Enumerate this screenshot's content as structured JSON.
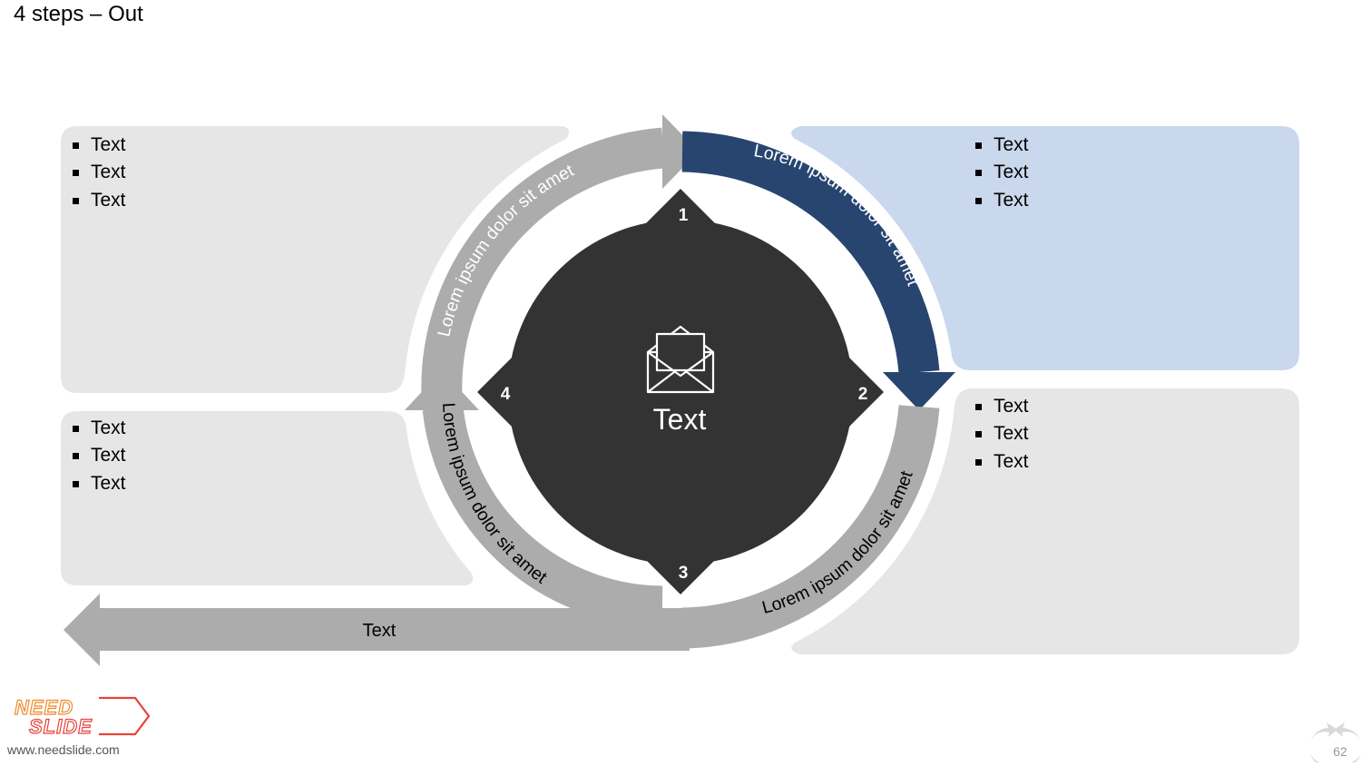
{
  "title": "4 steps – Out",
  "center": {
    "label": "Text",
    "icon": "open-envelope-icon"
  },
  "steps": [
    {
      "number": "1",
      "arc_text": "Lorem ipsum dolor sit amet"
    },
    {
      "number": "2",
      "arc_text": "Lorem ipsum dolor sit amet"
    },
    {
      "number": "3",
      "arc_text": "Lorem ipsum dolor sit amet"
    },
    {
      "number": "4",
      "arc_text": "Lorem ipsum dolor sit amet"
    }
  ],
  "out_arrow_label": "Text",
  "boxes": {
    "top_left": [
      "Text",
      "Text",
      "Text"
    ],
    "top_right": [
      "Text",
      "Text",
      "Text"
    ],
    "bottom_left": [
      "Text",
      "Text",
      "Text"
    ],
    "bottom_right": [
      "Text",
      "Text",
      "Text"
    ]
  },
  "colors": {
    "box_gray": "#e6e6e6",
    "box_blue": "#c9d8ec",
    "arrow_gray": "#acacac",
    "arrow_navy": "#284570",
    "center_dark": "#333333"
  },
  "footer": {
    "logo_line1": "NEED",
    "logo_line2": "SLIDE",
    "url": "www.needslide.com",
    "page_number": "62"
  }
}
